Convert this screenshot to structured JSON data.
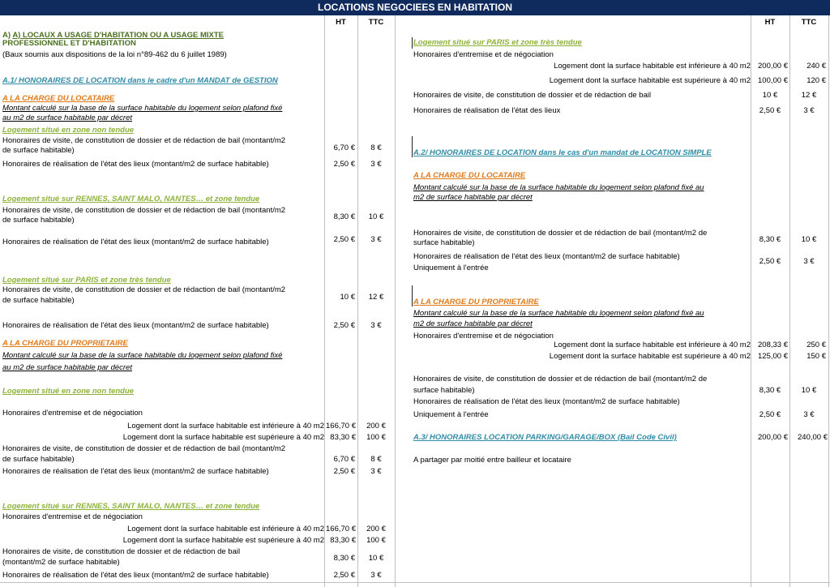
{
  "banner": "LOCATIONS NEGOCIEES EN HABITATION",
  "hdr": {
    "ht": "HT",
    "ttc": "TTC"
  },
  "left": {
    "s1a": "A) LOCAUX A USAGE D'HABITATION OU A USAGE MIXTE",
    "s1b": "PROFESSIONNEL ET D'HABITATION",
    "law": "(Baux soumis aux dispositions de la loi n°89-462 du 6 juillet 1989)",
    "a1": "A.1/ HONORAIRES DE LOCATION dans le cadre d'un MANDAT de GESTION",
    "charge_loc": "A LA CHARGE DU LOCATAIRE",
    "note1": "Montant calculé sur la base de la surface habitable du logement selon plafond fixé",
    "note2": "au m2 de surface habitable par décret",
    "zone1": "Logement situé en zone non tendue",
    "visite1": "Honoraires de visite, de constitution de dossier et de rédaction de bail (montant/m2",
    "visite2": "de surface habitable)",
    "etat": "Honoraires de réalisation de l'état des lieux (montant/m2 de surface habitable)",
    "zone2": "Logement situé sur RENNES, SAINT MALO, NANTES… et zone tendue",
    "zone3": "Logement situé sur PARIS et zone très tendue",
    "charge_prop": "A LA CHARGE DU PROPRIETAIRE",
    "entremise": "Honoraires d'entremise et de négociation",
    "inf40": "Logement dont la surface habitable est inférieure à 40 m2",
    "sup40": "Logement dont la surface habitable est supérieure à 40 m2",
    "visite_b1": "Honoraires de visite, de constitution de dossier et de rédaction de bail",
    "visite_b2": "(montant/m2 de surface habitable)",
    "v": {
      "z1_visite_ht": "6,70 €",
      "z1_visite_ttc": "8 €",
      "z1_etat_ht": "2,50 €",
      "z1_etat_ttc": "3 €",
      "z2_visite_ht": "8,30 €",
      "z2_visite_ttc": "10 €",
      "z2_etat_ht": "2,50 €",
      "z2_etat_ttc": "3 €",
      "z3_visite_ht": "10 €",
      "z3_visite_ttc": "12 €",
      "z3_etat_ht": "2,50 €",
      "z3_etat_ttc": "3 €",
      "p1_inf_ht": "166,70 €",
      "p1_inf_ttc": "200 €",
      "p1_sup_ht": "83,30 €",
      "p1_sup_ttc": "100 €",
      "p1_visite_ht": "6,70 €",
      "p1_visite_ttc": "8 €",
      "p1_etat_ht": "2,50 €",
      "p1_etat_ttc": "3 €",
      "p2_inf_ht": "166,70 €",
      "p2_inf_ttc": "200 €",
      "p2_sup_ht": "83,30 €",
      "p2_sup_ttc": "100 €",
      "p2_visite_ht": "8,30 €",
      "p2_visite_ttc": "10 €",
      "p2_etat_ht": "2,50 €",
      "p2_etat_ttc": "3 €"
    }
  },
  "right": {
    "zone3": "Logement situé sur PARIS et zone très tendue",
    "entremise": "Honoraires d'entremise et de négociation",
    "inf40": "Logement dont la surface habitable est inférieure à 40 m2",
    "sup40": "Logement dont la surface habitable est supérieure à 40 m2",
    "visite_full": "Honoraires de visite, de constitution de dossier et de rédaction de bail",
    "etat_short": "Honoraires de réalisation de l'état des lieux",
    "a2": "A.2/ HONORAIRES DE LOCATION dans le cas d'un mandat de LOCATION SIMPLE",
    "charge_loc": "A LA CHARGE DU LOCATAIRE",
    "note1": "Montant calculé sur la base de la surface habitable du logement selon plafond fixé au",
    "note2": "m2 de surface habitable par décret",
    "visite1": "Honoraires de visite, de constitution de dossier et de rédaction de bail (montant/m2 de",
    "visite2": "surface habitable)",
    "etat_m2": "Honoraires de réalisation de l'état des lieux (montant/m2 de surface habitable)",
    "entree": "Uniquement à l'entrée",
    "charge_prop": "A LA CHARGE DU PROPRIETAIRE",
    "visite_b1": "Honoraires de visite, de constitution de dossier et de rédaction de bail (montant/m2 de",
    "visite_b2": "surface habitable)",
    "etat_b": "Honoraires de réalisation de l'état des lieux (montant/m2 de surface habitable)",
    "a3": "A.3/ HONORAIRES LOCATION PARKING/GARAGE/BOX (Bail Code Civil)",
    "partage": "A partager par moitié entre bailleur et locataire",
    "v": {
      "r1_inf_ht": "200,00 €",
      "r1_inf_ttc": "240 €",
      "r1_sup_ht": "100,00 €",
      "r1_sup_ttc": "120 €",
      "r1_visite_ht": "10 €",
      "r1_visite_ttc": "12 €",
      "r1_etat_ht": "2,50 €",
      "r1_etat_ttc": "3 €",
      "l_visite_ht": "8,30 €",
      "l_visite_ttc": "10 €",
      "l_etat_ht": "2,50 €",
      "l_etat_ttc": "3 €",
      "p_inf_ht": "208,33 €",
      "p_inf_ttc": "250 €",
      "p_sup_ht": "125,00 €",
      "p_sup_ttc": "150 €",
      "p_visite_ht": "8,30 €",
      "p_visite_ttc": "10 €",
      "p_etat_ht": "2,50 €",
      "p_etat_ttc": "3 €",
      "a3_ht": "200,00 €",
      "a3_ttc": "240,00 €"
    }
  }
}
